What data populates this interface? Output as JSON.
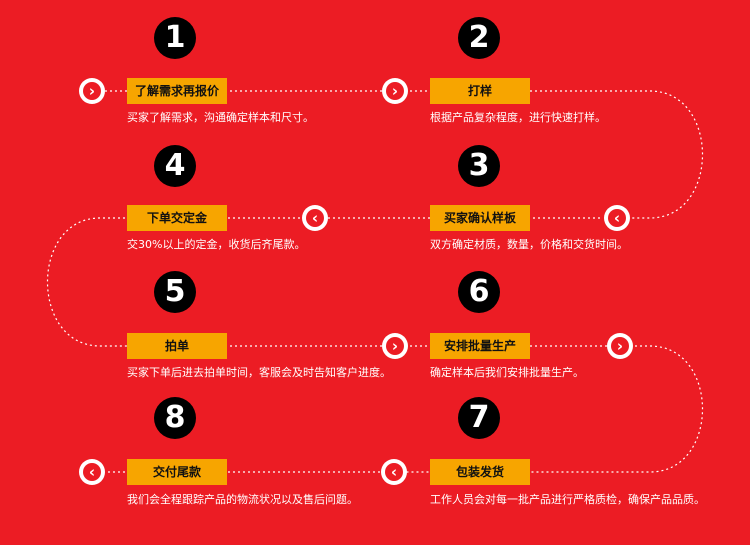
{
  "steps": [
    {
      "number": "1",
      "title": "了解需求再报价",
      "desc": "买家了解需求，沟通确定样本和尺寸。"
    },
    {
      "number": "2",
      "title": "打样",
      "desc": "根据产品复杂程度，进行快速打样。"
    },
    {
      "number": "3",
      "title": "买家确认样板",
      "desc": "双方确定材质，数量，价格和交货时间。"
    },
    {
      "number": "4",
      "title": "下单交定金",
      "desc": "交30%以上的定金，收货后齐尾款。"
    },
    {
      "number": "5",
      "title": "拍单",
      "desc": "买家下单后进去拍单时间，客服会及时告知客户进度。"
    },
    {
      "number": "6",
      "title": "安排批量生产",
      "desc": "确定样本后我们安排批量生产。"
    },
    {
      "number": "7",
      "title": "包装发货",
      "desc": "工作人员会对每一批产品进行严格质检，确保产品品质。"
    },
    {
      "number": "8",
      "title": "交付尾款",
      "desc": "我们会全程跟踪产品的物流状况以及售后问题。"
    }
  ],
  "icons": {
    "arrow_right": "›",
    "arrow_left": "‹"
  },
  "colors": {
    "background": "#ec1c24",
    "label": "#f7a500",
    "number_circle": "#000000"
  }
}
